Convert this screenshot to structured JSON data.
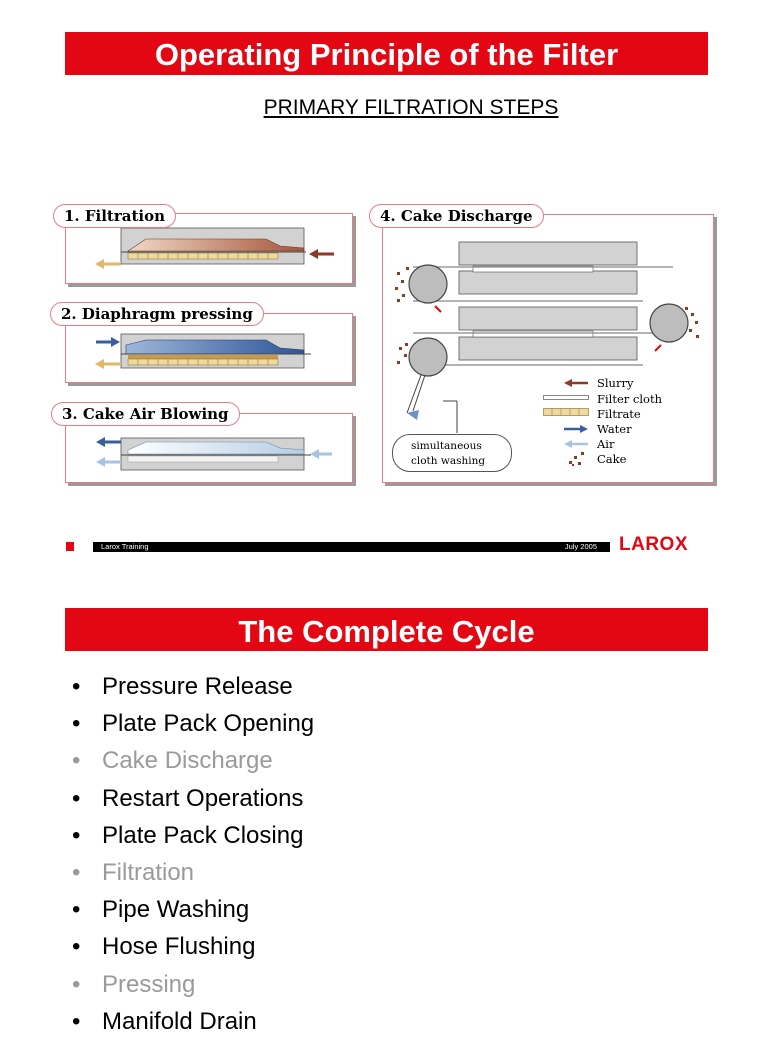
{
  "slide1": {
    "title": "Operating Principle of the Filter",
    "subtitle": "PRIMARY FILTRATION STEPS",
    "steps": [
      {
        "label": "1. Filtration"
      },
      {
        "label": "2. Diaphragm pressing"
      },
      {
        "label": "3. Cake Air Blowing"
      },
      {
        "label": "4. Cake Discharge"
      }
    ],
    "callout": {
      "line1": "simultaneous",
      "line2": "cloth washing"
    },
    "legend": [
      {
        "label": "Slurry",
        "icon": "slurry-arrow-icon"
      },
      {
        "label": "Filter cloth",
        "icon": "filter-cloth-icon"
      },
      {
        "label": "Filtrate",
        "icon": "filtrate-icon"
      },
      {
        "label": "Water",
        "icon": "water-arrow-icon"
      },
      {
        "label": "Air",
        "icon": "air-arrow-icon"
      },
      {
        "label": "Cake",
        "icon": "cake-icon"
      }
    ],
    "footer": {
      "left": "Larox Training",
      "right": "July 2005",
      "logo": "LAROX"
    }
  },
  "slide2": {
    "title": "The Complete Cycle",
    "items": [
      {
        "text": "Pressure Release",
        "muted": false
      },
      {
        "text": "Plate Pack Opening",
        "muted": false
      },
      {
        "text": "Cake Discharge",
        "muted": true
      },
      {
        "text": "Restart Operations",
        "muted": false
      },
      {
        "text": "Plate Pack Closing",
        "muted": false
      },
      {
        "text": "Filtration",
        "muted": true
      },
      {
        "text": "Pipe Washing",
        "muted": false
      },
      {
        "text": "Hose Flushing",
        "muted": false
      },
      {
        "text": "Pressing",
        "muted": true
      },
      {
        "text": "Manifold Drain",
        "muted": false
      }
    ]
  },
  "colors": {
    "brand_red": "#e30613",
    "muted_text": "#9a9a9a",
    "slurry": "#8b3a2a",
    "water": "#3a5d9c",
    "air": "#a8c4e0",
    "filtrate": "#f0d99a"
  }
}
